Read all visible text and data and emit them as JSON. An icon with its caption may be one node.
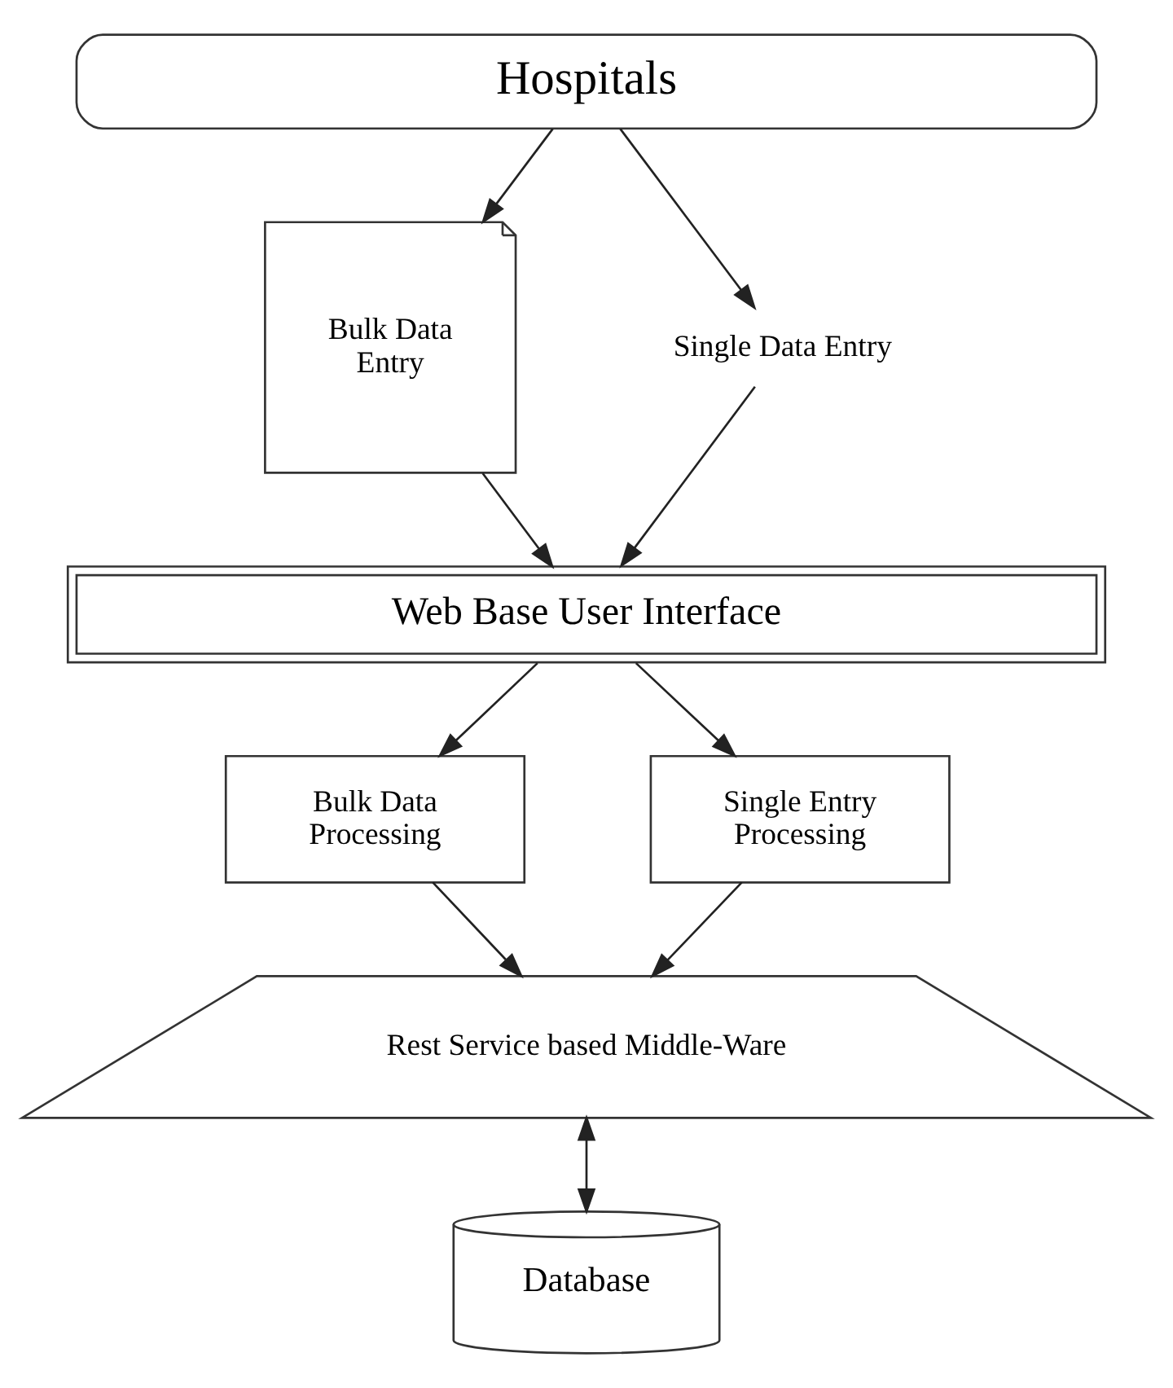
{
  "diagram": {
    "nodes": [
      {
        "text": [
          "Hospitals"
        ]
      },
      {
        "text": [
          "Bulk Data Entry"
        ]
      },
      {
        "text": [
          "Single Data Entry"
        ]
      },
      {
        "text": [
          "Web Base User Interface"
        ]
      },
      {
        "text": [
          "Bulk Data Processing"
        ]
      },
      {
        "text": [
          "Single Entry Processing"
        ]
      },
      {
        "text": [
          "Rest Service based Middle-Ware"
        ]
      },
      {
        "text": [
          "Database"
        ]
      }
    ],
    "edges": [
      {
        "from": 0,
        "to": 1,
        "arrow": "to"
      },
      {
        "from": 0,
        "to": 2,
        "arrow": "to"
      },
      {
        "from": 1,
        "to": 3,
        "arrow": "to"
      },
      {
        "from": 2,
        "to": 3,
        "arrow": "to"
      },
      {
        "from": 3,
        "to": 4,
        "arrow": "to"
      },
      {
        "from": 3,
        "to": 5,
        "arrow": "to"
      },
      {
        "from": 4,
        "to": 6,
        "arrow": "to"
      },
      {
        "from": 5,
        "to": 6,
        "arrow": "to"
      },
      {
        "from": 6,
        "to": 7,
        "arrow": "both"
      }
    ]
  }
}
